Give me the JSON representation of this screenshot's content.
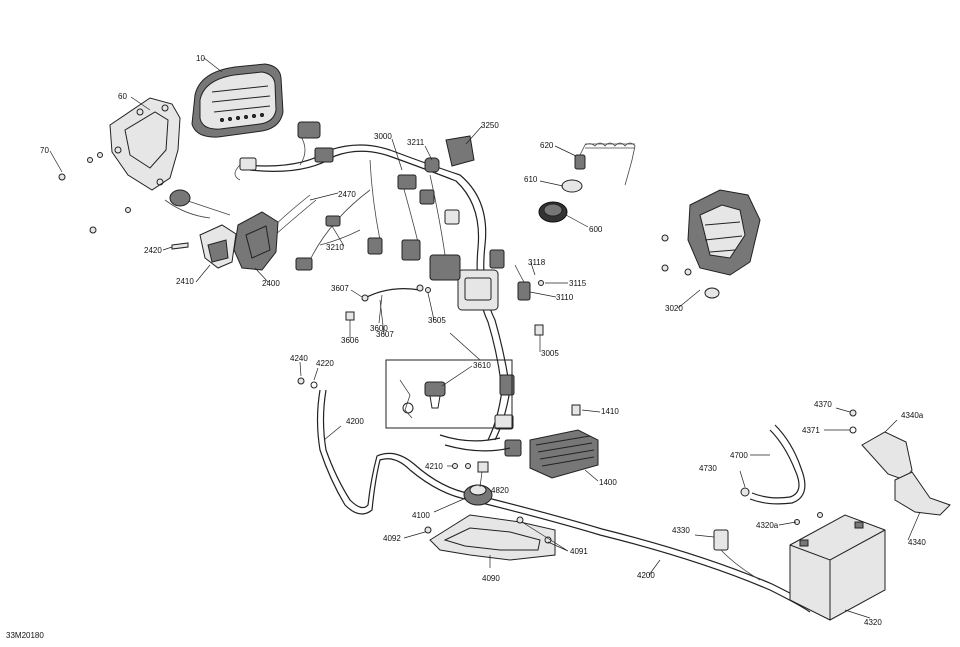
{
  "diagram_code": "33M20180",
  "callouts": [
    {
      "id": "c10",
      "text": "10"
    },
    {
      "id": "c60",
      "text": "60"
    },
    {
      "id": "c70",
      "text": "70"
    },
    {
      "id": "c3000",
      "text": "3000"
    },
    {
      "id": "c3211",
      "text": "3211"
    },
    {
      "id": "c3250",
      "text": "3250"
    },
    {
      "id": "c620",
      "text": "620"
    },
    {
      "id": "c610",
      "text": "610"
    },
    {
      "id": "c600",
      "text": "600"
    },
    {
      "id": "c2470",
      "text": "2470"
    },
    {
      "id": "c3210",
      "text": "3210"
    },
    {
      "id": "c2420",
      "text": "2420"
    },
    {
      "id": "c2410",
      "text": "2410"
    },
    {
      "id": "c2400",
      "text": "2400"
    },
    {
      "id": "c3020",
      "text": "3020"
    },
    {
      "id": "c3118",
      "text": "3118"
    },
    {
      "id": "c3115",
      "text": "3115"
    },
    {
      "id": "c3110",
      "text": "3110"
    },
    {
      "id": "c3607a",
      "text": "3607"
    },
    {
      "id": "c3600",
      "text": "3600"
    },
    {
      "id": "c3607b",
      "text": "3607"
    },
    {
      "id": "c3605",
      "text": "3605"
    },
    {
      "id": "c3606",
      "text": "3606"
    },
    {
      "id": "c3005",
      "text": "3005"
    },
    {
      "id": "c3610",
      "text": "3610"
    },
    {
      "id": "c4240",
      "text": "4240"
    },
    {
      "id": "c4220",
      "text": "4220"
    },
    {
      "id": "c4200a",
      "text": "4200"
    },
    {
      "id": "c1410",
      "text": "1410"
    },
    {
      "id": "c4370",
      "text": "4370"
    },
    {
      "id": "c4340a",
      "text": "4340a"
    },
    {
      "id": "c4371",
      "text": "4371"
    },
    {
      "id": "c4700",
      "text": "4700"
    },
    {
      "id": "c4730",
      "text": "4730"
    },
    {
      "id": "c4210",
      "text": "4210"
    },
    {
      "id": "c4820",
      "text": "4820"
    },
    {
      "id": "c1400",
      "text": "1400"
    },
    {
      "id": "c4100",
      "text": "4100"
    },
    {
      "id": "c4092",
      "text": "4092"
    },
    {
      "id": "c4091",
      "text": "4091"
    },
    {
      "id": "c4090",
      "text": "4090"
    },
    {
      "id": "c4330",
      "text": "4330"
    },
    {
      "id": "c4320a",
      "text": "4320a"
    },
    {
      "id": "c4340",
      "text": "4340"
    },
    {
      "id": "c4200b",
      "text": "4200"
    },
    {
      "id": "c4320",
      "text": "4320"
    }
  ]
}
